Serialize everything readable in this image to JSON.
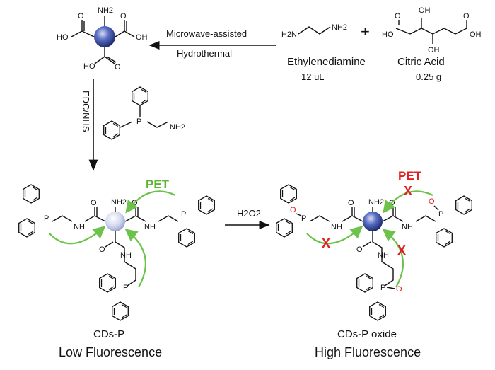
{
  "reagents": {
    "ethylenediamine": {
      "name": "Ethylenediamine",
      "amount": "12 uL",
      "formula_left": "H2N",
      "formula_right": "NH2"
    },
    "citric_acid": {
      "name": "Citric Acid",
      "amount": "0.25 g"
    },
    "plus": "+"
  },
  "step1": {
    "line1": "Microwave-assisted",
    "line2": "Hydrothermal"
  },
  "step2": {
    "label": "EDC/NHS"
  },
  "step3": {
    "label": "H2O2"
  },
  "labels": {
    "nh2": "NH2",
    "oh": "OH",
    "ho": "HO",
    "o": "O",
    "p": "P",
    "nh": "NH",
    "h2n": "H2N"
  },
  "pet": {
    "left": "PET",
    "right": "PET",
    "x": "X"
  },
  "products": {
    "left": {
      "name": "CDs-P",
      "caption": "Low Fluorescence"
    },
    "right": {
      "name": "CDs-P oxide",
      "caption": "High Fluorescence"
    }
  },
  "colors": {
    "pet_green": "#5cb531",
    "pet_red": "#e02020",
    "dot_blue": "#3a4fa8",
    "dot_pale": "#c9cfe8"
  }
}
